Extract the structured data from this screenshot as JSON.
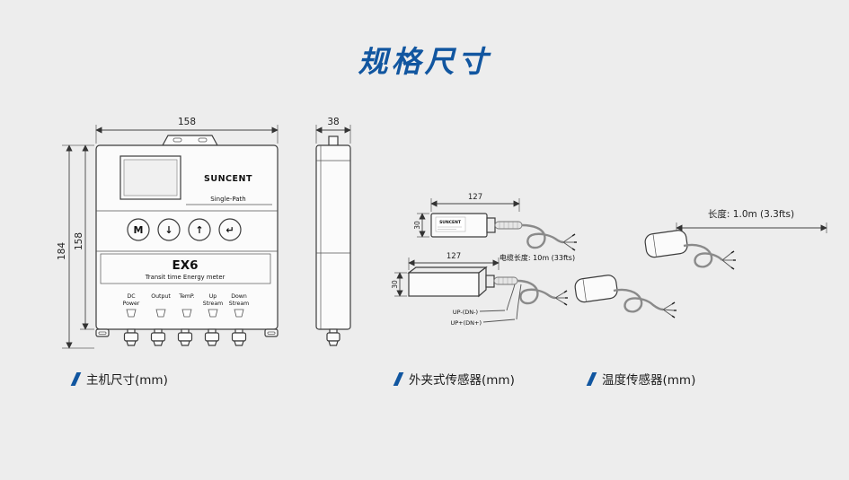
{
  "page": {
    "title": "规格尺寸",
    "accent_color": "#1156a0",
    "background": "#ededed"
  },
  "captions": {
    "main": "主机尺寸(mm)",
    "clamp": "外夹式传感器(mm)",
    "temp": "温度传感器(mm)"
  },
  "main_unit": {
    "dim_top": "158",
    "dim_left_outer": "184",
    "dim_left_inner": "158",
    "brand": "SUNCENT",
    "path_label": "Single-Path",
    "buttons": [
      "M",
      "↓",
      "↑",
      "↵"
    ],
    "model": "EX6",
    "model_sub": "Transit time Energy meter",
    "terminals": [
      {
        "l1": "DC",
        "l2": "Power"
      },
      {
        "l1": "Output",
        "l2": ""
      },
      {
        "l1": "TemP.",
        "l2": ""
      },
      {
        "l1": "Up",
        "l2": "Stream"
      },
      {
        "l1": "Down",
        "l2": "Stream"
      }
    ]
  },
  "side_view": {
    "dim_top": "38"
  },
  "clamp_sensor": {
    "dim_length_top": "127",
    "dim_height_top": "30",
    "dim_length_bottom": "127",
    "dim_height_bottom": "30",
    "brand": "SUNCENT",
    "cable_note": "电缆长度: 10m (33fts)",
    "wire_label_minus": "UP-(DN-)",
    "wire_label_plus": "UP+(DN+)"
  },
  "temp_sensor": {
    "length_note": "长度: 1.0m (3.3fts)"
  }
}
